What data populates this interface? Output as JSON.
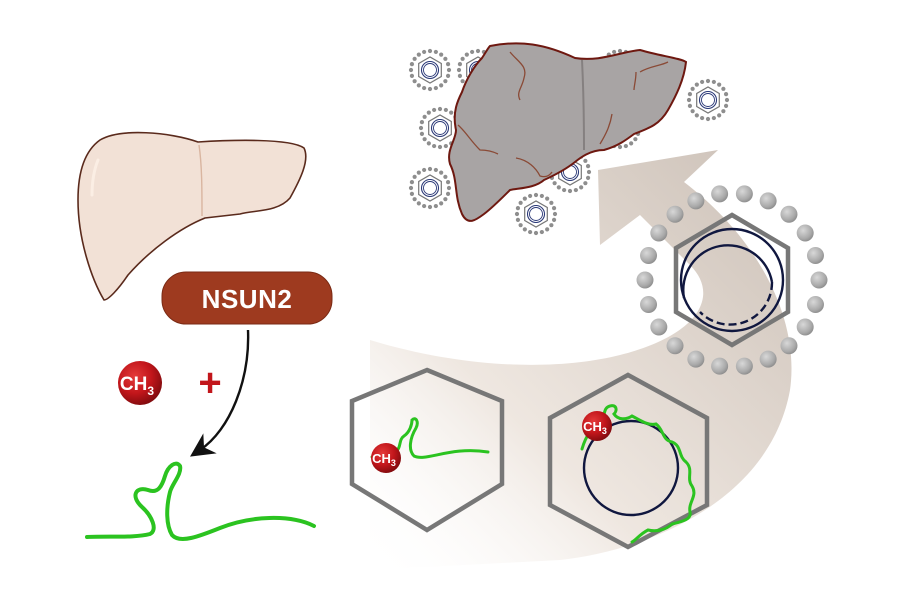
{
  "diagram": {
    "enzyme_label": "NSUN2",
    "methyl_group": {
      "main": "CH",
      "subscript": "3"
    },
    "plus_sign": "+",
    "icons": {
      "healthy_liver": "liver-icon",
      "diseased_liver": "cirrhotic-liver-icon",
      "rna": "rna-strand-icon",
      "virus": "virus-particle-icon",
      "process_arrow": "curved-arrow-icon"
    }
  },
  "colors": {
    "enzyme_fill": "#9e3a1f",
    "methyl_fill": "#c2161b",
    "rna_green": "#2bc320",
    "hexagon_gray": "#777777",
    "capsid_bead": "#a9a9a9",
    "genome_navy": "#10173f",
    "healthy_liver_fill": "#f2e1d6",
    "healthy_liver_stroke": "#5a2a1c",
    "diseased_liver_fill": "#a8a4a4",
    "diseased_liver_stroke": "#6e1810",
    "arrow_gradient_dark": "#cbbfb6",
    "arrow_gradient_light": "#f7f2ee"
  }
}
